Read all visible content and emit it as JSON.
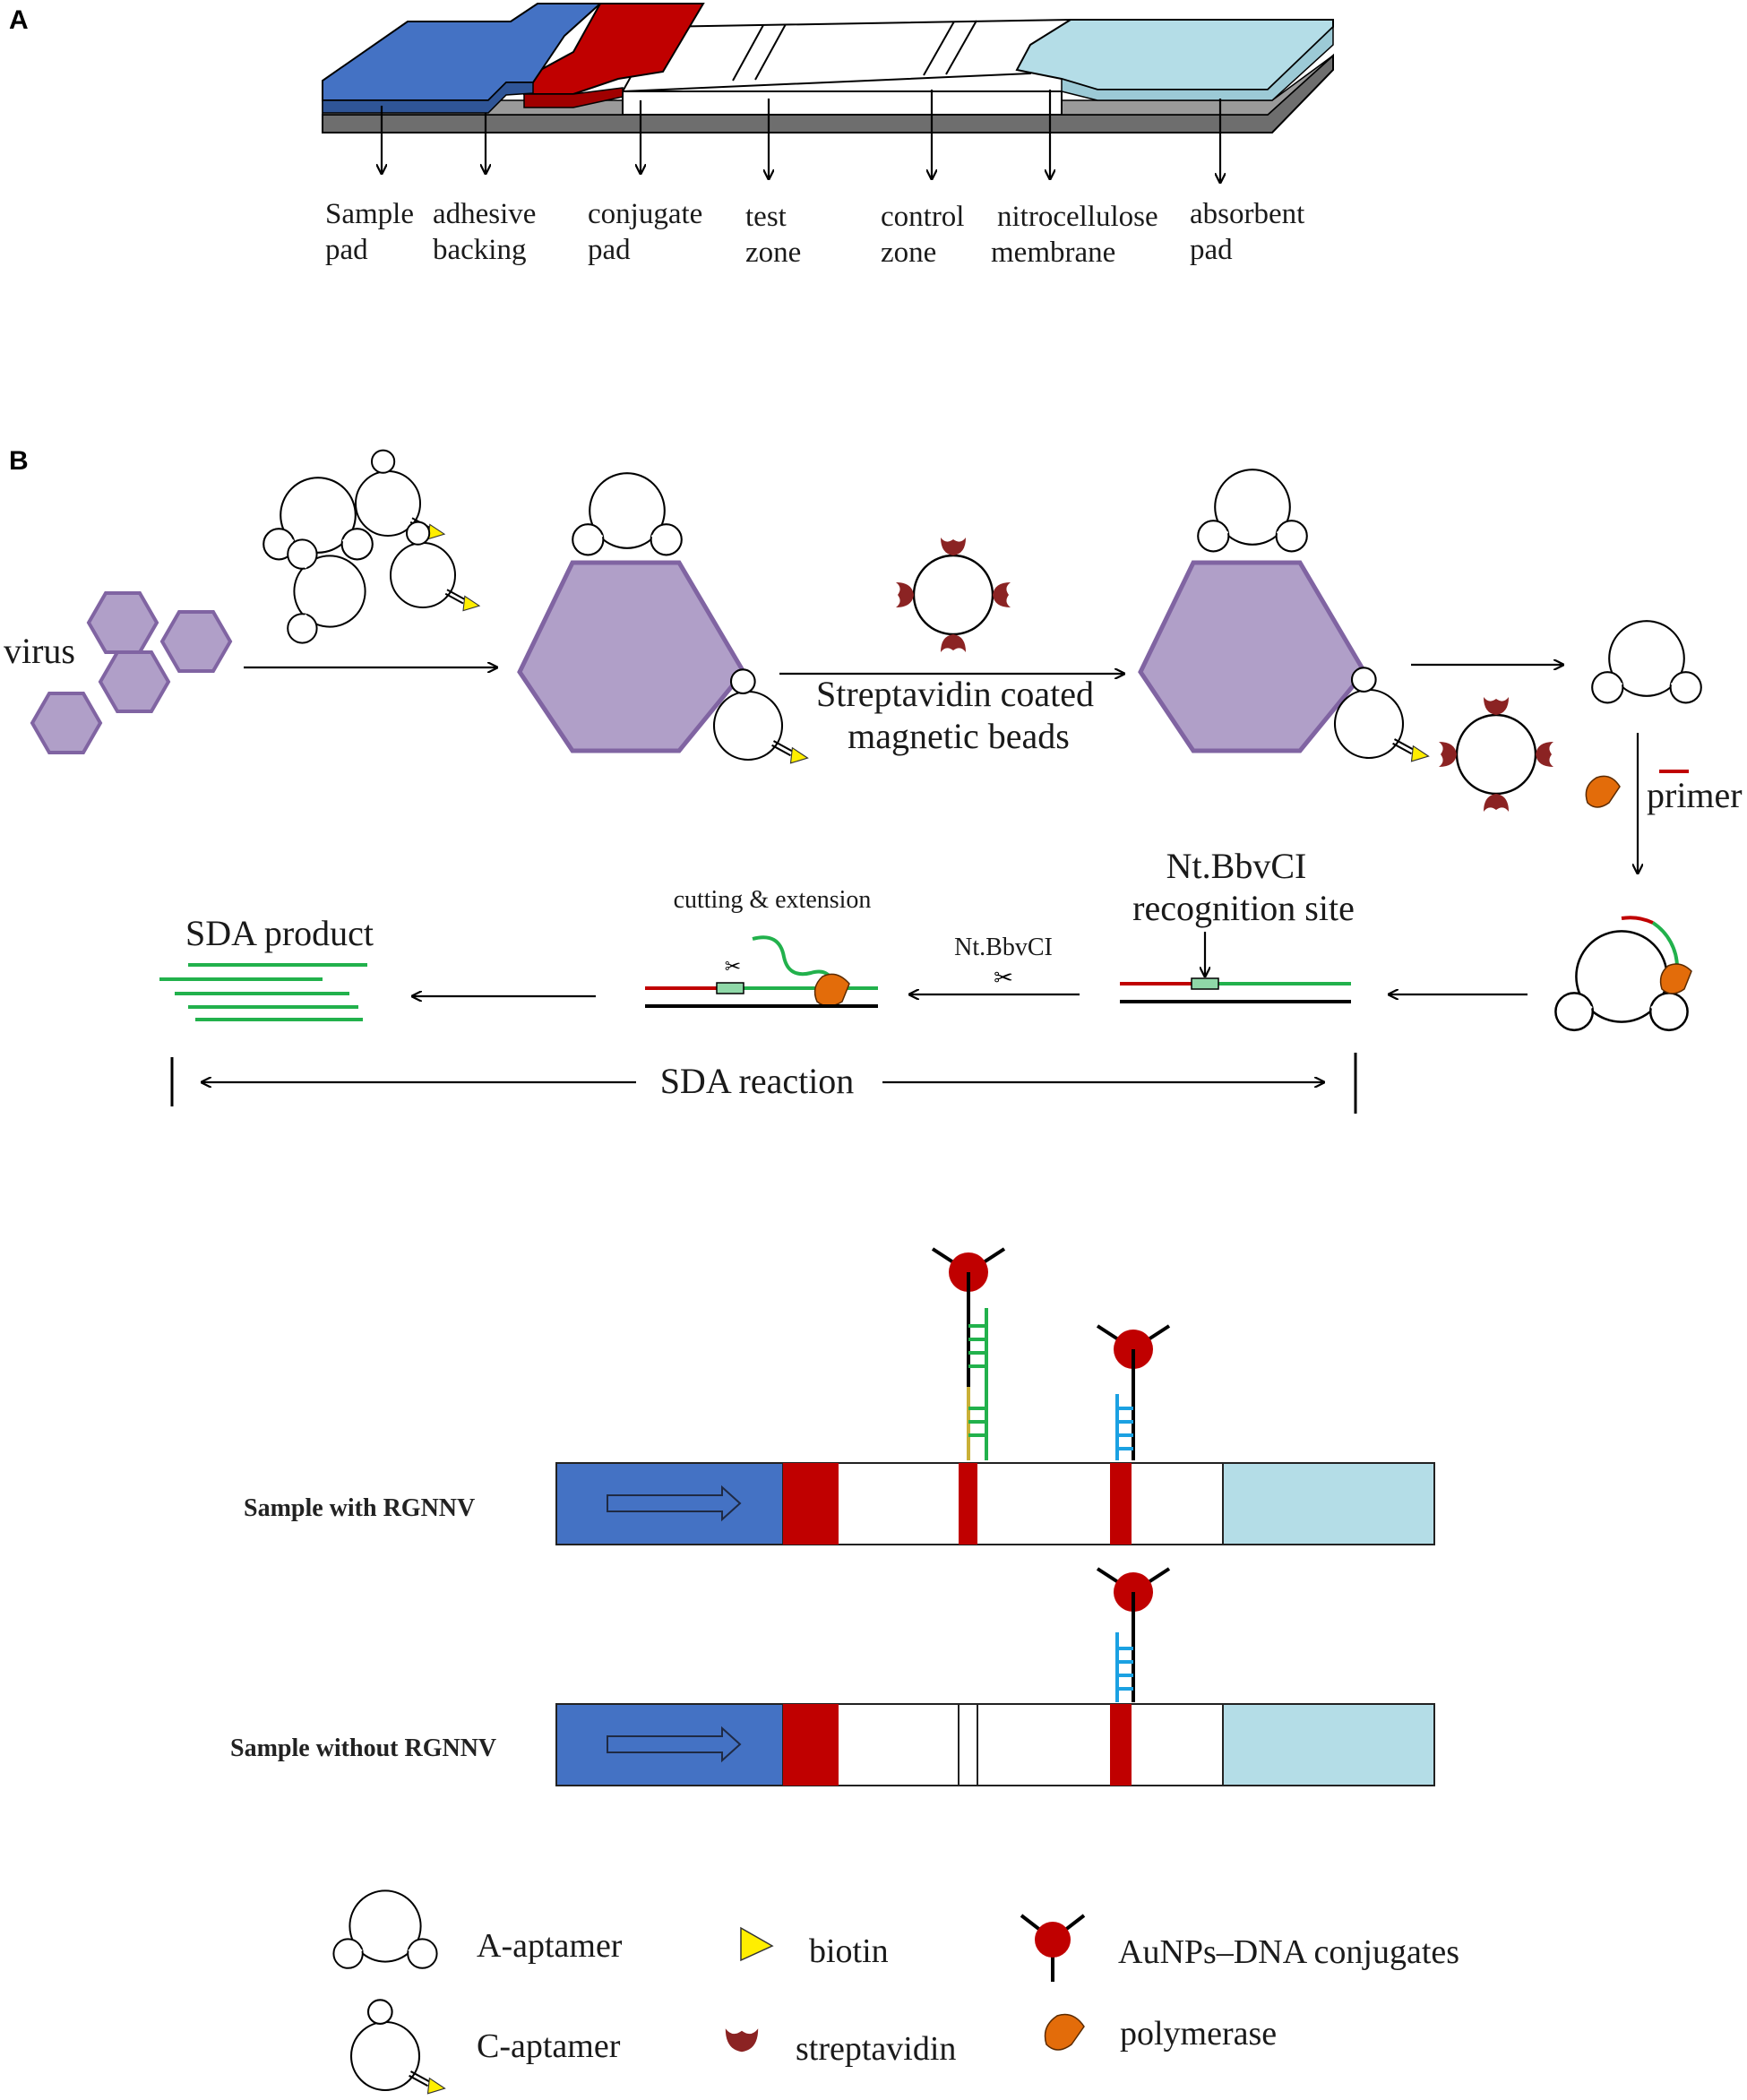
{
  "panel_a": {
    "letter": "A",
    "labels": {
      "sample_pad": [
        "Sample",
        "pad"
      ],
      "adhesive_backing": [
        "adhesive",
        "backing"
      ],
      "conjugate_pad": [
        "conjugate",
        "pad"
      ],
      "test_zone": [
        "test",
        "zone"
      ],
      "control_zone": [
        "control",
        "zone"
      ],
      "nitrocellulose_membrane": [
        "nitrocellulose",
        "membrane"
      ],
      "absorbent_pad": [
        "absorbent",
        "pad"
      ]
    }
  },
  "panel_b": {
    "letter": "B",
    "virus": "virus",
    "beads_label": [
      "Streptavidin coated",
      "magnetic beads"
    ],
    "primer": "primer",
    "recognition": [
      "Nt.BbvCI",
      "recognition site"
    ],
    "nick_enzyme": "Nt.BbvCI",
    "cutting": "cutting & extension",
    "sda_product": "SDA product",
    "sda_reaction": "SDA  reaction",
    "strip_with": "Sample with RGNNV",
    "strip_without": "Sample without RGNNV",
    "legend": {
      "a_aptamer": "A-aptamer",
      "c_aptamer": "C-aptamer",
      "biotin": "biotin",
      "streptavidin": "streptavidin",
      "aunps": "AuNPs–DNA conjugates",
      "polymerase": "polymerase"
    }
  },
  "colors": {
    "sample_pad": "#4472c4",
    "conjugate": "#c00000",
    "absorbent": "#b4dde7",
    "virus": "#b09fc8",
    "virus_edge": "#8064a2",
    "strand_green": "#22b14c",
    "strand_red": "#c00000",
    "strand_blue": "#1ba1e2",
    "polymerase": "#e36c0a",
    "biotin": "#ffee00",
    "streptavidin": "#8b2323"
  }
}
